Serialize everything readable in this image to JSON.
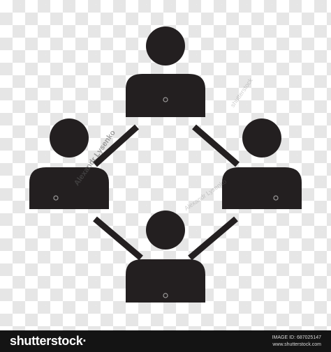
{
  "watermarks": {
    "author": "Alexandr Lysenko",
    "author_repeat": "Alexandr Lysenko",
    "site_repeat": "shutterstock"
  },
  "footer": {
    "logo_text": "shutterstock·",
    "image_id": "IMAGE ID: 687025147",
    "site": "www.shutterstock.com"
  },
  "icon": {
    "fill_color": "#231f20",
    "description_name": "team-network-icon"
  }
}
